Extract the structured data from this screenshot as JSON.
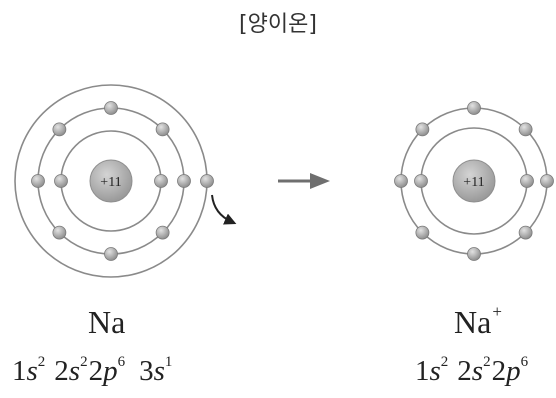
{
  "header": {
    "title": "[양이온]"
  },
  "atom": {
    "nucleus_label": "+11",
    "symbol": "Na",
    "config": [
      {
        "n": "1",
        "l": "s",
        "e": "2"
      },
      {
        "n": "2",
        "l": "s",
        "e": "2"
      },
      {
        "n": "2",
        "l": "p",
        "e": "6"
      },
      {
        "n": "3",
        "l": "s",
        "e": "1"
      }
    ]
  },
  "ion": {
    "nucleus_label": "+11",
    "symbol": "Na",
    "charge": "+",
    "config": [
      {
        "n": "1",
        "l": "s",
        "e": "2"
      },
      {
        "n": "2",
        "l": "s",
        "e": "2"
      },
      {
        "n": "2",
        "l": "p",
        "e": "6"
      }
    ]
  },
  "colors": {
    "shell": "#8a8a8a",
    "electron": "#9a9a9a",
    "nucleus": "#a6a6a6",
    "arrow": "#6f6f6f",
    "text": "#222222"
  }
}
